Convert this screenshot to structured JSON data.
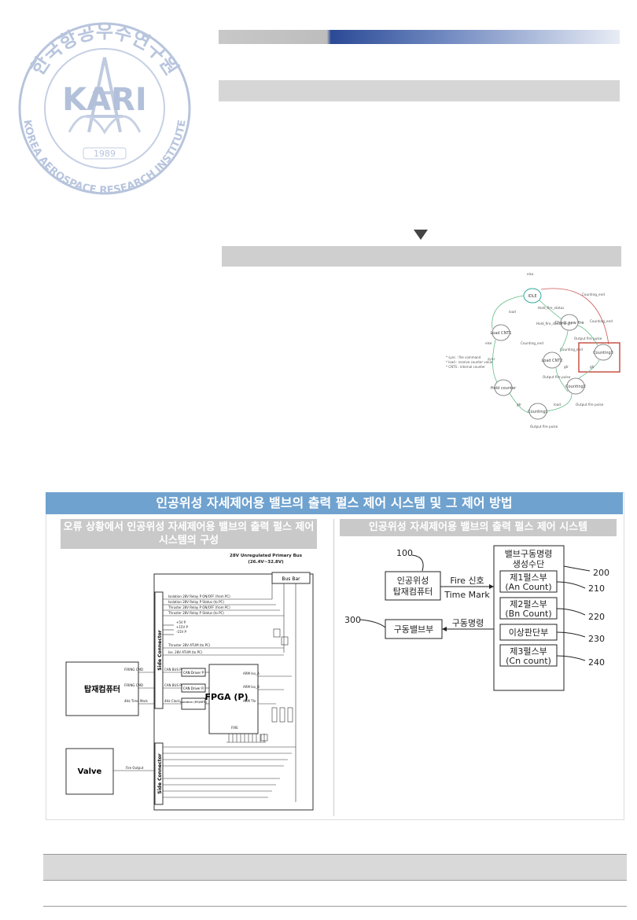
{
  "logo": {
    "ring_text_top": "한국항공우주연구원",
    "ring_text_bottom": "KOREA AEROSPACE RESEARCH INSTITUTE",
    "center_text": "KARI",
    "year": "1989"
  },
  "state_diagram": {
    "states": [
      "IDLE",
      "Load CNT1",
      "Load CNT2",
      "Hold counter",
      "Check new fire",
      "Counting1",
      "Counting2",
      "Counting3"
    ],
    "edge_labels": [
      "else",
      "load",
      "sync",
      "else",
      "Hold_fire_status",
      "Hold_fire_status & gh",
      "Counting_end",
      "Counting_end",
      "Counting_end",
      "Counting_end",
      "Output fire pulse",
      "Output fire pulse",
      "Output fire pulse",
      "Output fire pulse",
      "gtr",
      "load",
      "gtr",
      "gtr"
    ],
    "legend": [
      "* sync : fire command",
      "* load : receive counter value",
      "* CNTS : internal counter"
    ]
  },
  "patent": {
    "title": "인공위성 자세제어용 밸브의 출력 펄스 제어 시스템 및 그 제어 방법",
    "left_heading": "오류 상황에서 인공위성 자세제어용 밸브의 출력 펄스 제어 시스템의 구성",
    "right_heading": "인공위성 자세제어용 밸브의 출력 펄스 제어 시스템",
    "circuit": {
      "bus_label": "28V Unregulated Primary Bus",
      "bus_range": "(26.4V~32.8V)",
      "bus_bar": "Bus Bar",
      "side_connector": "Side Connector",
      "computer": "탑재컴퓨터",
      "valve": "Valve",
      "fpga": "FPGA (P)",
      "signals": [
        "Isolation 28V Relay P ON/OFF (from PC)",
        "Isolation 28V Relay P Status (to PC)",
        "Thruster 28V Relay P ON/OFF (from PC)",
        "Thruster 28V Relay P Status (to PC)",
        "+5V P",
        "+15V P",
        "-15V P",
        "Thruster 28V ATUM (to PC)",
        "Iso. 28V ATUM (to PC)"
      ],
      "left_signals": [
        "FIRING CMD",
        "FIRING CMD",
        "4Hz Time Mark"
      ],
      "blocks": [
        "CAN BUS P",
        "CAN Driver P",
        "CAN BUS R",
        "CAN Driver R",
        "4Hz Clock",
        "Isolation (RS/NFS)"
      ],
      "fpga_ports": [
        "ARM Iso_A",
        "ARM Iso_B",
        "ARM Thr",
        "FIRE"
      ],
      "fire_output": "Fire Output"
    },
    "block_diagram": {
      "n100": "100",
      "computer": [
        "인공위성",
        "탑재컴퓨터"
      ],
      "fire_signal": "Fire 신호",
      "time_mark": "Time Mark",
      "n200": "200",
      "gen_title": [
        "밸브구동명령",
        "생성수단"
      ],
      "units": [
        {
          "num": "210",
          "name": "제1펄스부",
          "sub": "(An Count)"
        },
        {
          "num": "220",
          "name": "제2펄스부",
          "sub": "(Bn Count)"
        },
        {
          "num": "230",
          "name": "이상판단부",
          "sub": ""
        },
        {
          "num": "240",
          "name": "제3펄스부",
          "sub": "(Cn count)"
        }
      ],
      "n300": "300",
      "valve": "구동밸브부",
      "command": "구동명령"
    }
  }
}
